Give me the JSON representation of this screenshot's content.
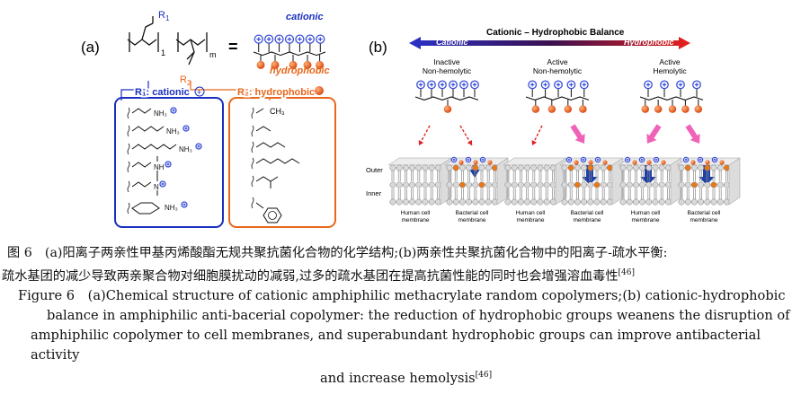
{
  "panel_a": {
    "label": "(a)",
    "sub_1": "1",
    "sub_m": "m",
    "r1_top": "R",
    "r1_top_sub": "1",
    "r2_bottom": "R",
    "r2_bottom_sub": "2",
    "equals": "=",
    "cationic_word": "cationic",
    "hydrophobic_word": "hydrophobic",
    "r1_box_title": "R₁: cationic",
    "r2_box_title": "R₂: hydrophobic",
    "ch3": "CH₃",
    "nh3": "NH₃",
    "nh": "NH",
    "n": "N"
  },
  "panel_b": {
    "label": "(b)",
    "balance_title": "Cationic – Hydrophobic Balance",
    "arrow_left": "Cationic",
    "arrow_right": "Hydrophobic",
    "states": [
      {
        "line1": "Inactive",
        "line2": "Non-hemolytic"
      },
      {
        "line1": "Active",
        "line2": "Non-hemolytic"
      },
      {
        "line1": "Active",
        "line2": "Hemolytic"
      }
    ],
    "outer_label": "Outer",
    "inner_label": "Inner",
    "membranes": [
      {
        "line1": "Human cell",
        "line2": "membrane"
      },
      {
        "line1": "Bacterial cell",
        "line2": "membrane"
      },
      {
        "line1": "Human cell",
        "line2": "membrane"
      },
      {
        "line1": "Bacterial cell",
        "line2": "membrane"
      },
      {
        "line1": "Human cell",
        "line2": "membrane"
      },
      {
        "line1": "Bacterial cell",
        "line2": "membrane"
      }
    ]
  },
  "caption": {
    "cn_line1": "图 6　(a)阳离子两亲性甲基丙烯酸酯无规共聚抗菌化合物的化学结构;(b)两亲性共聚抗菌化合物中的阳离子-疏水平衡:",
    "cn_line2": "疏水基团的减少导致两亲聚合物对细胞膜扰动的减弱,过多的疏水基团在提高抗菌性能的同时也会增强溶血毒性",
    "cn_ref": "[46]",
    "en_line1": "Figure 6　(a)Chemical structure of cationic amphiphilic methacrylate random copolymers;(b) cationic-hydrophobic",
    "en_line2": "balance in amphiphilic anti-bacerial copolymer: the reduction of hydrophobic groups weanens the disruption of",
    "en_line3": "amphiphilic copolymer to cell membranes, and superabundant hydrophobic groups can improve antibacterial activity",
    "en_line4": "and increase hemolysis",
    "en_ref": "[46]"
  },
  "colors": {
    "cationic_blue": "#1a2fbf",
    "hydrophobic_orange": "#e8671a",
    "bead_blue": "#3b4fd8",
    "pink_arrow": "#f062b8",
    "red_arrow": "#e0202a",
    "navy_arrow": "#1d3fa8"
  }
}
